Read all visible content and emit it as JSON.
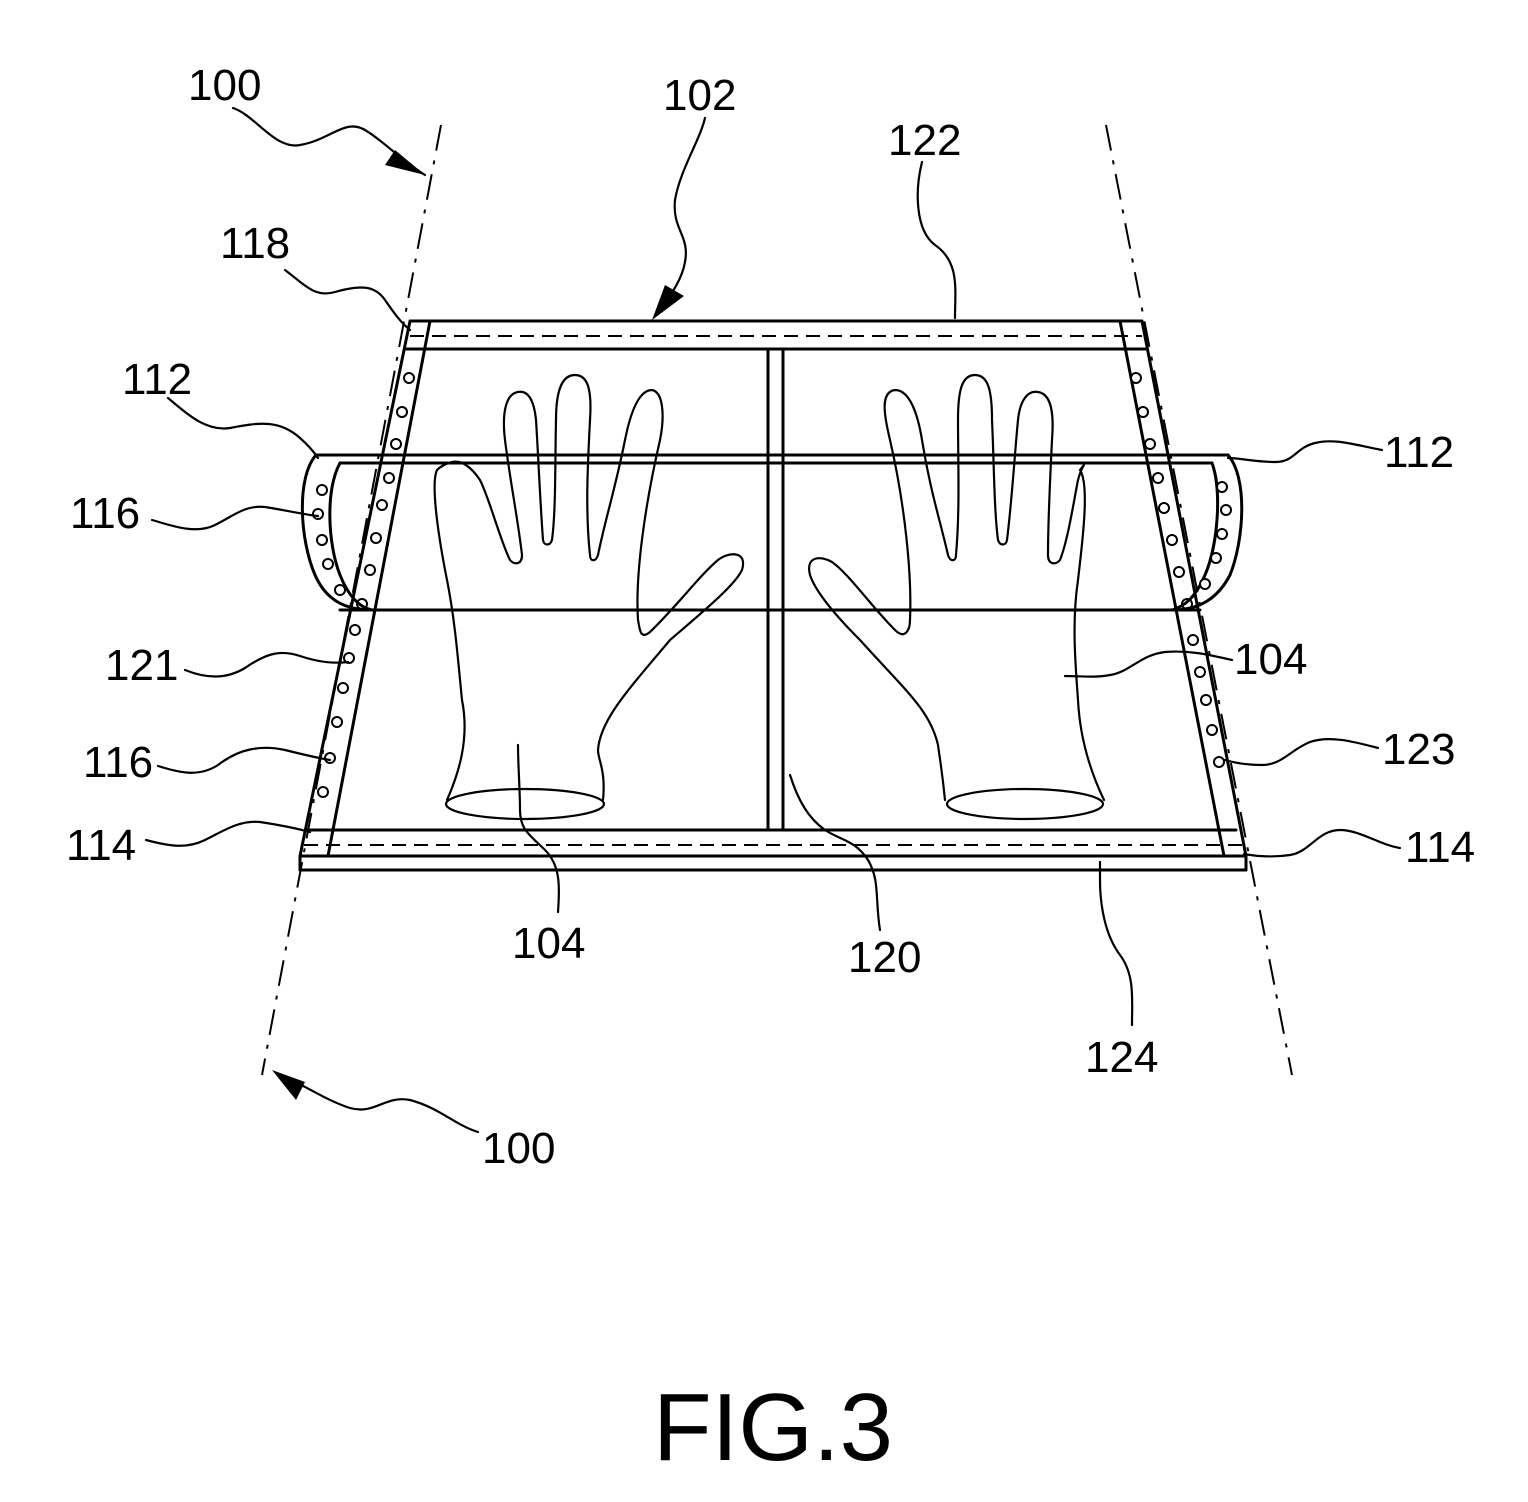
{
  "labels": {
    "ref_100_top": "100",
    "ref_100_bottom": "100",
    "ref_102": "102",
    "ref_122": "122",
    "ref_118": "118",
    "ref_112_left": "112",
    "ref_112_right": "112",
    "ref_116_upper": "116",
    "ref_116_lower": "116",
    "ref_121": "121",
    "ref_114_left": "114",
    "ref_114_right": "114",
    "ref_104_bottom": "104",
    "ref_104_right": "104",
    "ref_120": "120",
    "ref_123": "123",
    "ref_124": "124"
  },
  "caption": "FIG.3"
}
